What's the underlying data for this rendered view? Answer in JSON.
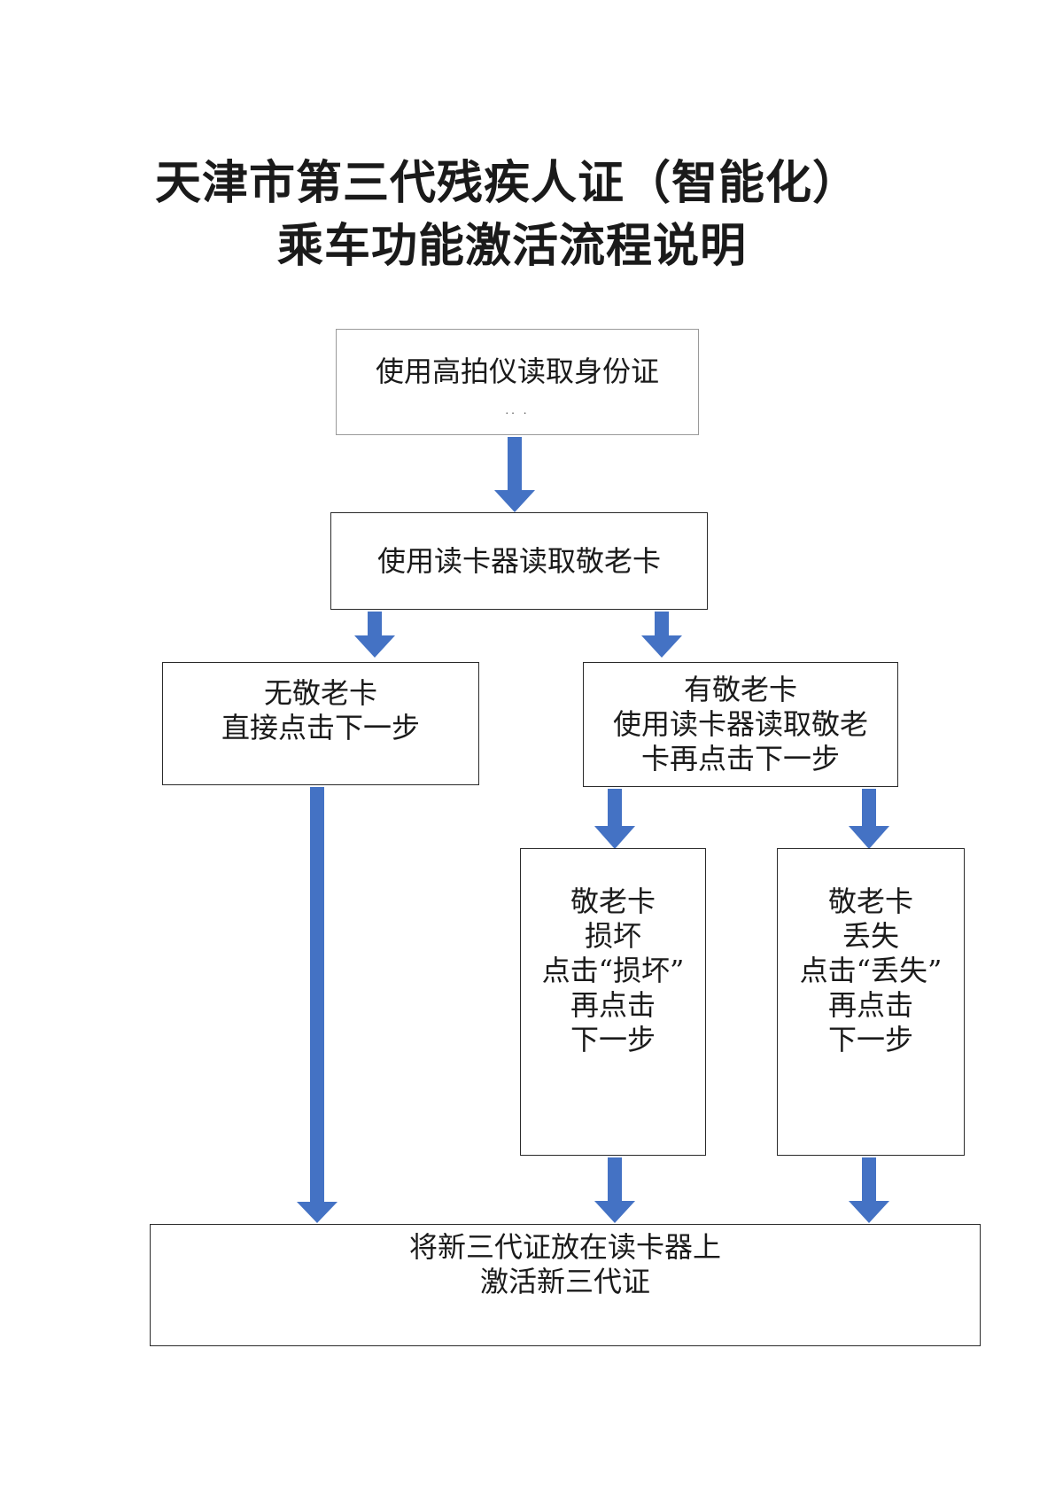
{
  "title": {
    "line1": "天津市第三代残疾人证（智能化）",
    "line2": "乘车功能激活流程说明"
  },
  "steps": {
    "start": {
      "text": "使用高拍仪读取身份证",
      "marks": ".. ."
    },
    "read_card": {
      "text": "使用读卡器读取敬老卡"
    },
    "no_card": {
      "lines": [
        "无敬老卡",
        "直接点击下一步"
      ]
    },
    "has_card": {
      "lines": [
        "有敬老卡",
        "使用读卡器读取敬老",
        "卡再点击下一步"
      ]
    },
    "damaged": {
      "lines": [
        "敬老卡",
        "损坏",
        "点击“损坏”",
        "再点击",
        "下一步"
      ]
    },
    "lost": {
      "lines": [
        "敬老卡",
        "丢失",
        "点击“丢失”",
        "再点击",
        "下一步"
      ]
    },
    "final": {
      "lines": [
        "将新三代证放在读卡器上",
        "激活新三代证"
      ]
    }
  },
  "colors": {
    "arrow": "#4472C4",
    "border": "#2a2a2a"
  }
}
